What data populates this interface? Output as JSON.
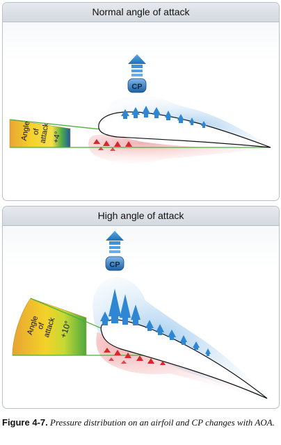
{
  "panels": [
    {
      "title": "Normal angle of attack",
      "cp_label": "CP",
      "aoa_label_lines": [
        "Angle",
        "of",
        "attack"
      ],
      "aoa_value": "+4°"
    },
    {
      "title": "High angle of attack",
      "cp_label": "CP",
      "aoa_label_lines": [
        "Angle",
        "of",
        "attack"
      ],
      "aoa_value": "+10°"
    }
  ],
  "caption": {
    "figure_label": "Figure 4-7.",
    "text": "Pressure distribution on an airfoil and CP changes with AOA."
  },
  "colors": {
    "low_pressure_blue": "#3b8fd6",
    "high_pressure_red": "#d9262a",
    "chord_line_green": "#4caf3a",
    "gauge_yellow": "#f4d22a",
    "gauge_orange": "#e8a432",
    "gauge_green": "#55b043",
    "gauge_blue": "#1f5a9e"
  }
}
